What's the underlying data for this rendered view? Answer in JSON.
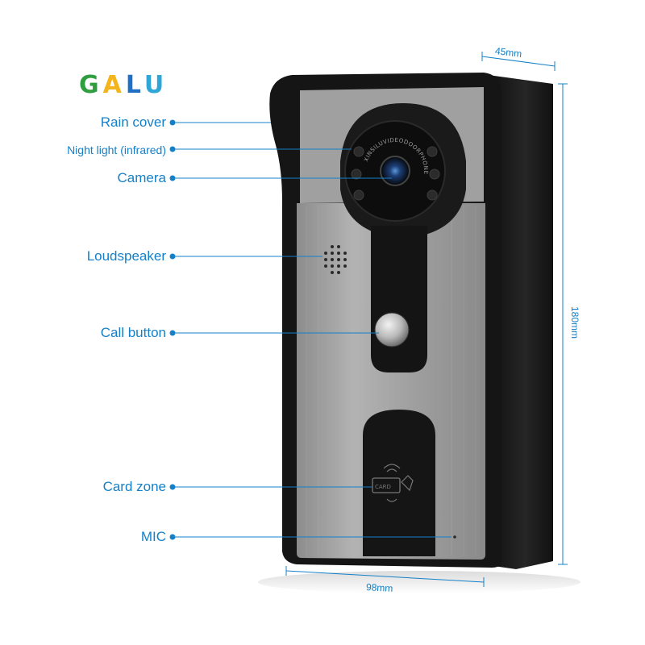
{
  "brand": {
    "letters": [
      "G",
      "A",
      "L",
      "U"
    ]
  },
  "labels": {
    "rain_cover": "Rain cover",
    "night_light": "Night light (infrared)",
    "camera": "Camera",
    "loudspeaker": "Loudspeaker",
    "call_button": "Call button",
    "card_zone": "Card zone",
    "mic": "MIC"
  },
  "dimensions": {
    "depth": "45mm",
    "height": "180mm",
    "width": "98mm"
  },
  "lens_ring_text": "XINSILUVIDEODOORPHONE",
  "card_icon_text": "CARD",
  "colors": {
    "accent": "#1580c8",
    "housing": "#1b1b1b",
    "panel": "#9a9a9a"
  }
}
